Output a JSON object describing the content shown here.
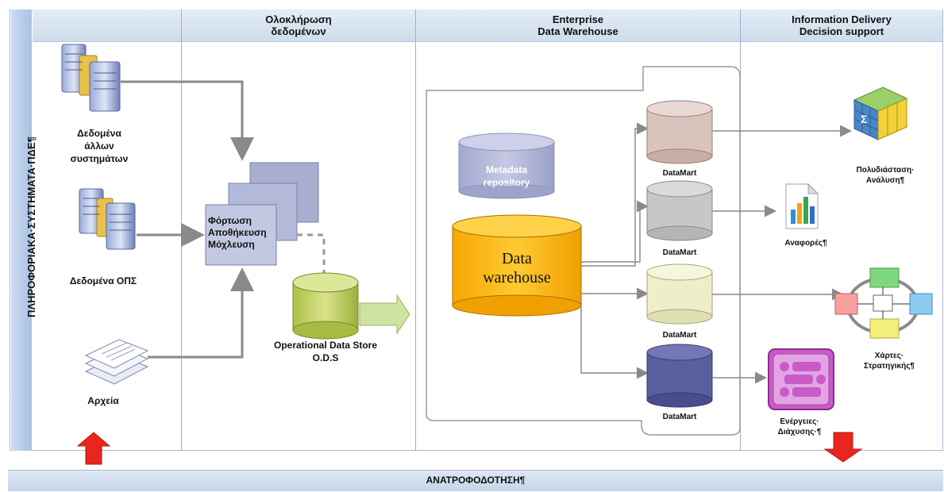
{
  "side_label": "ΠΛΗΡΟΦΟΡΙΑΚΑ·ΣΥΣΤΗΜΑΤΑ·ΠΔΕ¶",
  "bottom_bar": "ΑΝΑΤΡΟΦΟΔΟΤΗΣΗ¶",
  "headers": {
    "integration": "Ολοκλήρωση\nδεδομένων",
    "edw": "Enterprise\nData Warehouse",
    "delivery": "Information Delivery\nDecision support"
  },
  "sources": {
    "other_systems": "Δεδομένα\nάλλων\nσυστημάτων",
    "ops": "Δεδομένα ΟΠΣ",
    "files": "Αρχεία"
  },
  "etl": "Φόρτωση\nΑποθήκευση\nΜόχλευση",
  "ods": "Operational Data Store\nO.D.S",
  "metadata": "Metadata\nrepository",
  "warehouse": "Data\nwarehouse",
  "datamart_label": "DataMart",
  "outputs": {
    "olap": "Πολυδιάσταση·\nΑνάλυση¶",
    "reports": "Αναφορές¶",
    "strategy_maps": "Χάρτες·\nΣτρατηγικής¶",
    "actions": "Ενέργειες·\nΔιάχυσης·¶"
  },
  "colors": {
    "header_bg": "#d6e2f0",
    "side_bar": "#b7cdea",
    "ods": "#c6d66a",
    "warehouse": "#ffbf00",
    "metadata": "#b5b9d8",
    "datamart_1": "#d9c3bd",
    "datamart_2": "#c9c9c9",
    "datamart_3": "#eeeec8",
    "datamart_4": "#5a5f9e",
    "arrow_red": "#e8261e",
    "actions_purple": "#c85bc8"
  }
}
